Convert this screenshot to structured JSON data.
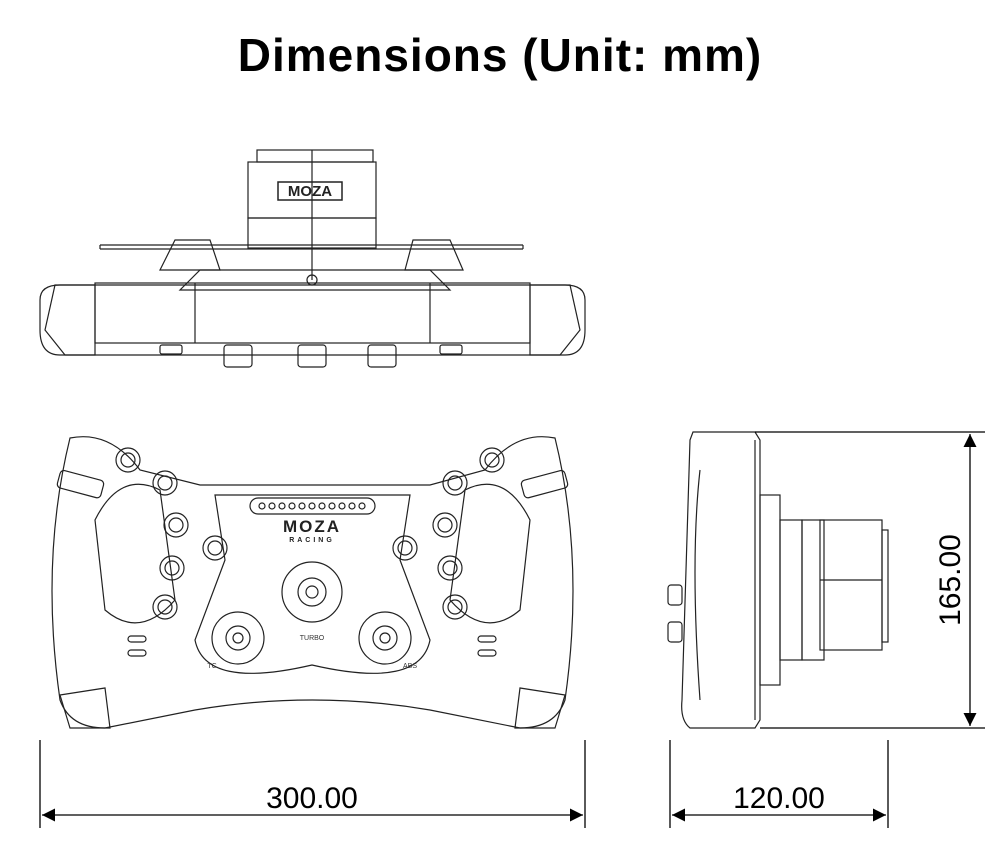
{
  "title": "Dimensions (Unit: mm)",
  "dimensions": {
    "width": "300.00",
    "depth": "120.00",
    "height": "165.00"
  },
  "labels": {
    "brand": "MOZA",
    "brand_sub": "RACING",
    "knob_center": "TURBO",
    "knob_left": "TC",
    "knob_right": "ABS"
  }
}
